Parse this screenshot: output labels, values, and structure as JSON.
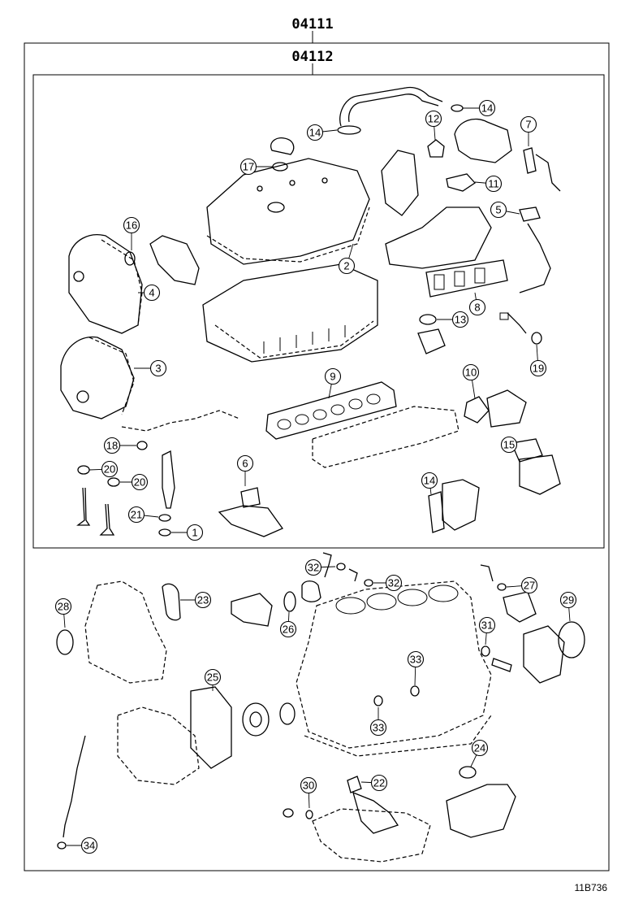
{
  "kit_outer": {
    "code": "04111"
  },
  "kit_inner": {
    "code": "04112"
  },
  "figure_id": "11B736",
  "callouts": [
    "14",
    "14",
    "12",
    "7",
    "17",
    "11",
    "5",
    "16",
    "2",
    "4",
    "8",
    "13",
    "19",
    "3",
    "9",
    "10",
    "18",
    "15",
    "20",
    "20",
    "6",
    "14",
    "21",
    "1",
    "32",
    "32",
    "27",
    "28",
    "23",
    "29",
    "26",
    "31",
    "33",
    "25",
    "33",
    "24",
    "22",
    "30",
    "34"
  ]
}
